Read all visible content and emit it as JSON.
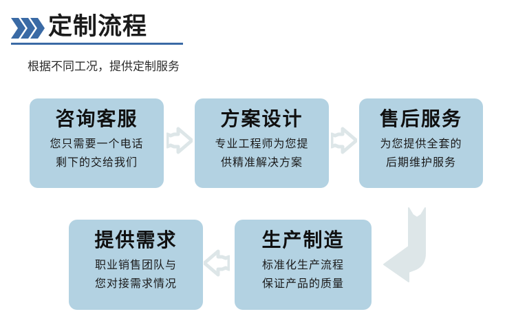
{
  "header": {
    "chevron_icon": "triple-chevron-right-icon",
    "title": "定制流程",
    "subtitle": "根据不同工况，提供定制服务",
    "accent_color": "#3a6aa5",
    "title_color": "#1b1b1b"
  },
  "theme": {
    "card_background": "#b3d2e2",
    "arrow_color": "#dde6e8",
    "page_background": "#ffffff"
  },
  "flow": {
    "cards": [
      {
        "id": "card-1",
        "title": "咨询客服",
        "line1": "您只需要一个电话",
        "line2": "剩下的交给我们"
      },
      {
        "id": "card-2",
        "title": "方案设计",
        "line1": "专业工程师为您提",
        "line2": "供精准解决方案"
      },
      {
        "id": "card-3",
        "title": "售后服务",
        "line1": "为您提供全套的",
        "line2": "后期维护服务"
      },
      {
        "id": "card-4",
        "title": "提供需求",
        "line1": "职业销售团队与",
        "line2": "您对接需求情况"
      },
      {
        "id": "card-5",
        "title": "生产制造",
        "line1": "标准化生产流程",
        "line2": "保证产品的质量"
      }
    ],
    "connectors": [
      {
        "id": "arrow-1",
        "icon": "arrow-right-icon",
        "from": "card-1",
        "to": "card-2"
      },
      {
        "id": "arrow-2",
        "icon": "arrow-right-icon",
        "from": "card-2",
        "to": "card-3"
      },
      {
        "id": "arrow-3",
        "icon": "arrow-left-icon",
        "from": "card-5",
        "to": "card-4"
      },
      {
        "id": "arrow-bend",
        "icon": "arrow-bend-down-left-icon",
        "from": "card-3",
        "to": "card-5"
      }
    ]
  }
}
